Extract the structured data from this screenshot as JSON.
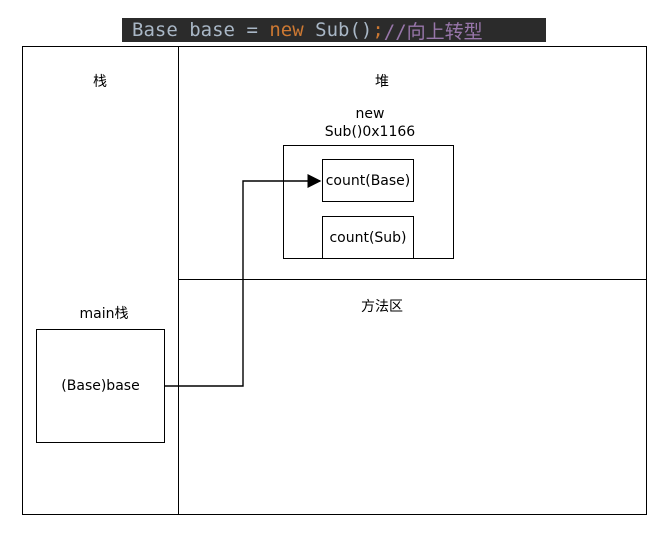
{
  "code": {
    "type_name": "Base",
    "var_name": "base",
    "equals": "=",
    "keyword_new": "new",
    "call": "Sub()",
    "semicolon": ";",
    "comment": "//向上转型"
  },
  "diagram": {
    "stack_label": "栈",
    "heap_label": "堆",
    "method_area_label": "方法区",
    "main_frame_label": "main栈",
    "local_var_label": "(Base)base",
    "object_label_line1": "new",
    "object_label_line2": "Sub()0x1166",
    "field_base_label": "count(Base)",
    "field_sub_label": "count(Sub)"
  }
}
